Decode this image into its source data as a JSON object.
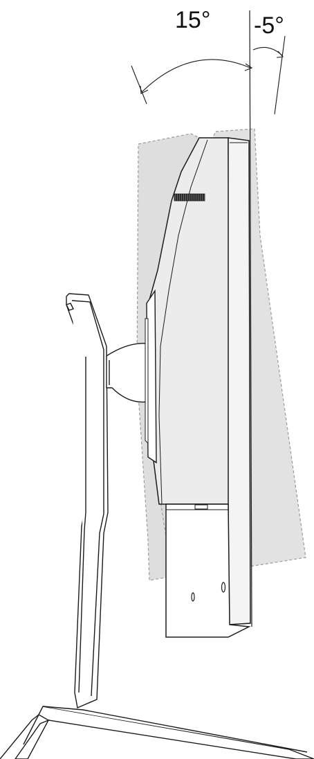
{
  "tilt": {
    "forward_label": "15°",
    "backward_label": "-5°",
    "forward_degrees": 15,
    "backward_degrees": -5
  },
  "colors": {
    "stroke": "#1a1a1a",
    "ghost_fill": "#d4d4d4",
    "ghost_stroke": "#9a9a9a",
    "panel_fill": "#ececec",
    "vent": "#2a2a2a"
  }
}
